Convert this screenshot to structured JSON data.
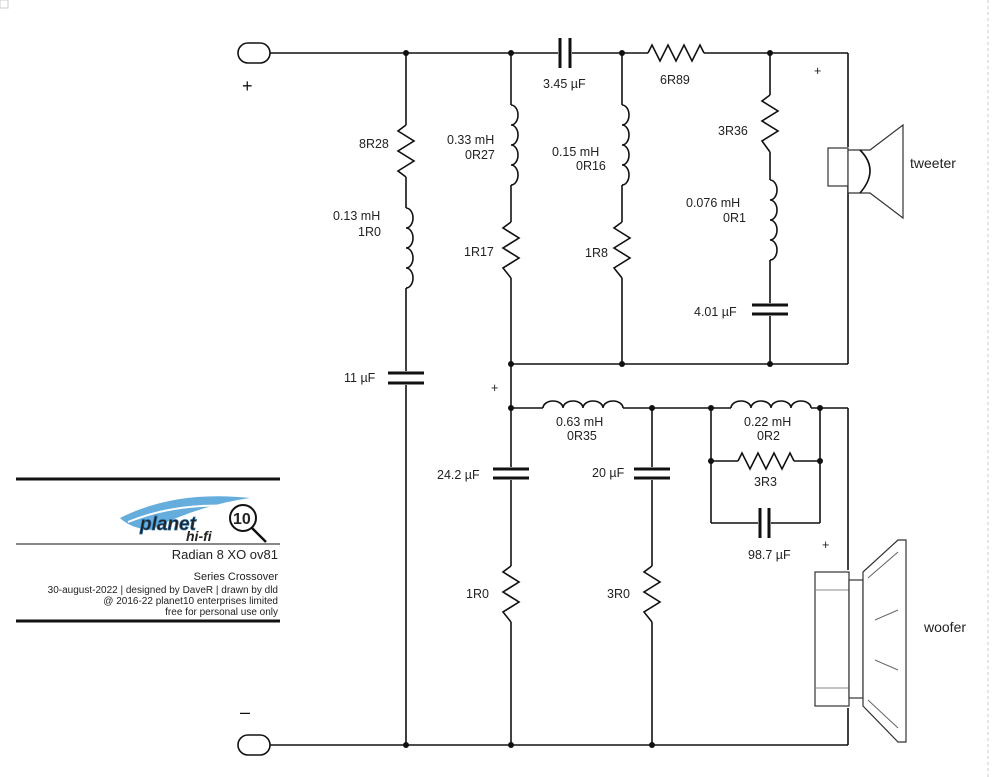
{
  "polarity": {
    "plus": "+",
    "minus": "–"
  },
  "components": {
    "series_cap": "3.45 µF",
    "series_res": "6R89",
    "r_8r28": "8R28",
    "l_013": "0.13 mH",
    "l_013_r": "1R0",
    "c_11": "11 µF",
    "l_033": "0.33 mH",
    "l_033_r": "0R27",
    "r_1r17": "1R17",
    "l_015": "0.15  mH",
    "l_015_r": "0R16",
    "r_1r8": "1R8",
    "r_3r36": "3R36",
    "l_0076": "0.076 mH",
    "l_0076_r": "0R1",
    "c_401": "4.01 µF",
    "l_063": "0.63 mH",
    "l_063_r": "0R35",
    "c_242": "24.2 µF",
    "r_1r0": "1R0",
    "c_20": "20 µF",
    "r_3r0": "3R0",
    "l_022": "0.22 mH",
    "l_022_r": "0R2",
    "r_3r3": "3R3",
    "c_987": "98.7 µF"
  },
  "speakers": {
    "tweeter": "tweeter",
    "woofer": "woofer"
  },
  "title_block": {
    "logo_word1": "planet",
    "logo_word2": "hi-fi",
    "logo_num": "10",
    "title": "Radian 8 XO ov81",
    "subtitle": "Series Crossover",
    "credits": "30-august-2022 | designed by DaveR | drawn by dld",
    "copyright": "@ 2016-22 planet10 enterprises limited",
    "license": "free for personal use only"
  },
  "colors": {
    "logo_blue": "#4a9fd6",
    "ink": "#111111"
  }
}
